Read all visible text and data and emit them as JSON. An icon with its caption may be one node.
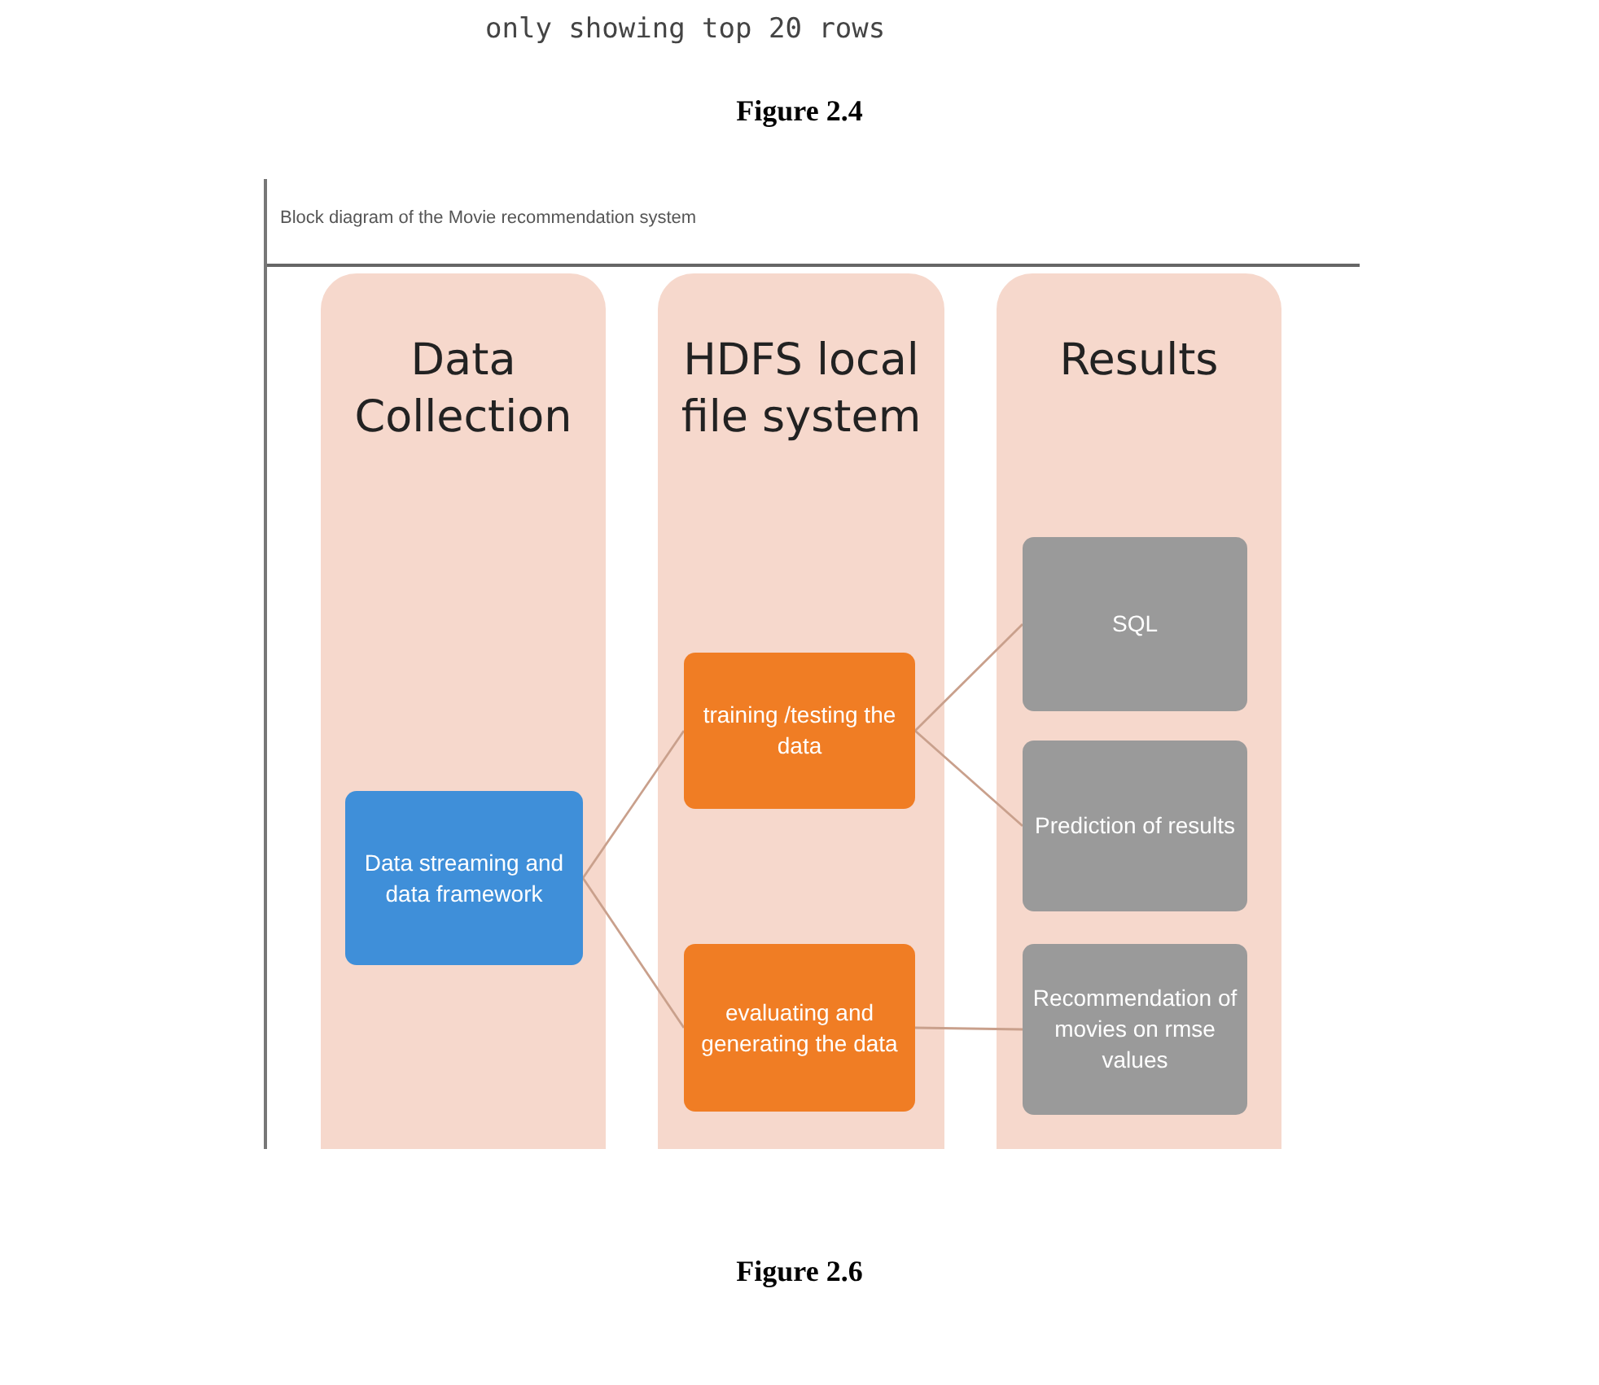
{
  "diagram": {
    "nodes": [
      {
        "text": [
          "Data Collection"
        ]
      },
      {
        "text": [
          "HDFS local file system"
        ]
      },
      {
        "text": [
          "Results"
        ]
      },
      {
        "text": [
          "Data streaming and data framework"
        ],
        "in": 0
      },
      {
        "text": [
          "training /testing the data"
        ],
        "in": 1
      },
      {
        "text": [
          "evaluating and generating the data"
        ],
        "in": 1
      },
      {
        "text": [
          "SQL"
        ],
        "in": 2
      },
      {
        "text": [
          "Prediction of results"
        ],
        "in": 2
      },
      {
        "text": [
          "Recommendation of movies on rmse values"
        ],
        "in": 2
      }
    ],
    "edges": [
      {
        "from": 3,
        "to": 4,
        "arrow": "none"
      },
      {
        "from": 3,
        "to": 5,
        "arrow": "none"
      },
      {
        "from": 4,
        "to": 6,
        "arrow": "none"
      },
      {
        "from": 4,
        "to": 7,
        "arrow": "none"
      },
      {
        "from": 5,
        "to": 8,
        "arrow": "none"
      }
    ],
    "labels": [
      "only showing top 20 rows",
      "Figure 2.4",
      "Block diagram of the Movie recommendation system",
      "Figure 2.6"
    ]
  }
}
